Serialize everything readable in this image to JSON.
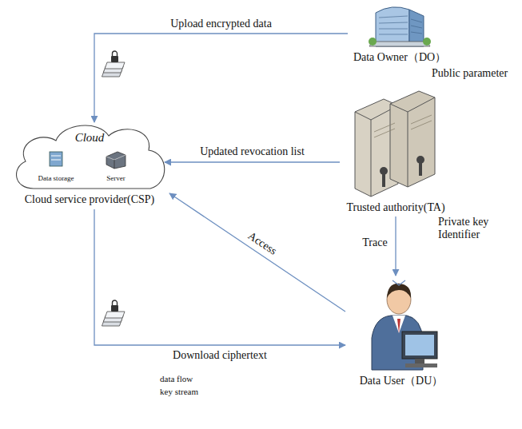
{
  "diagram": {
    "nodes": [
      {
        "text": [
          "Data Owner（DO）"
        ]
      },
      {
        "text": [
          "Cloud",
          "Cloud service provider(CSP)"
        ]
      },
      {
        "text": [
          "Data storage"
        ],
        "in": 1
      },
      {
        "text": [
          "Server"
        ],
        "in": 1
      },
      {
        "text": [
          "Trusted authority(TA)"
        ]
      },
      {
        "text": [
          "Data User（DU）"
        ]
      }
    ],
    "edges": [
      {
        "from": 0,
        "to": 1,
        "label": "Upload encrypted data",
        "arrow": "to"
      },
      {
        "from": 4,
        "to": 1,
        "label": "Updated revocation list",
        "arrow": "to"
      },
      {
        "from": 5,
        "to": 1,
        "label": "Access",
        "arrow": "to"
      },
      {
        "from": 1,
        "to": 5,
        "label": "Download ciphertext",
        "arrow": "to"
      },
      {
        "from": 4,
        "to": 5,
        "label": "Trace",
        "arrow": "to"
      }
    ],
    "labels": [
      "Public parameter",
      "Private key Identifier",
      "data flow",
      "key stream"
    ]
  }
}
